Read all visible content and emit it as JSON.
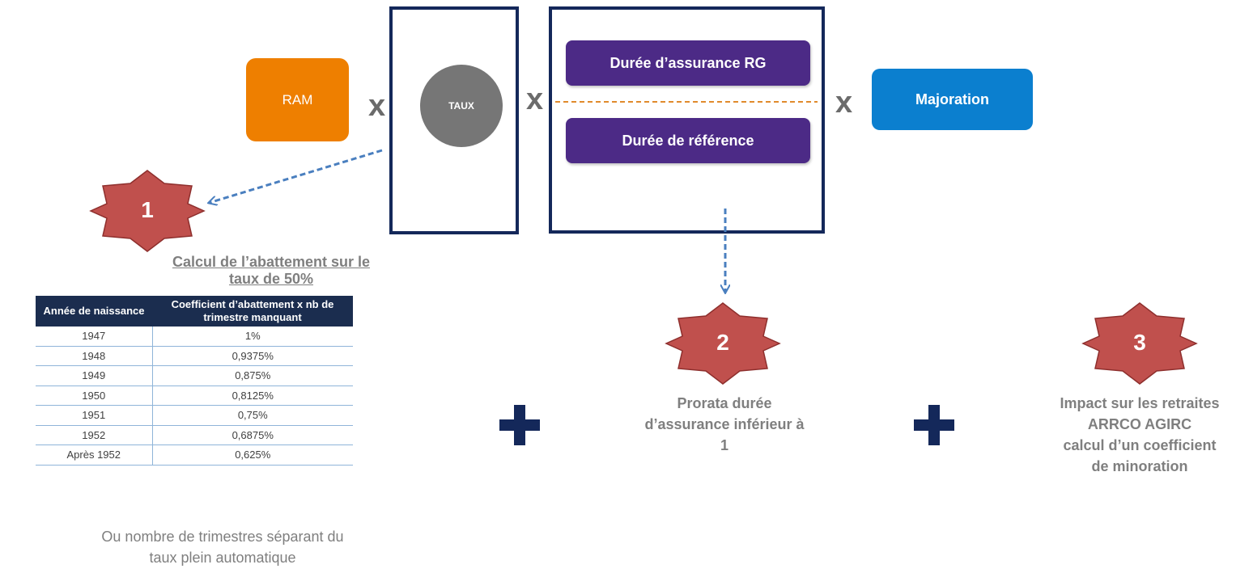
{
  "ram": {
    "label": "RAM"
  },
  "operators": {
    "multiply": "x"
  },
  "taux": {
    "label": "TAUX"
  },
  "fraction": {
    "numerator": "Durée d’assurance RG",
    "denominator": "Durée de référence"
  },
  "majoration": {
    "label": "Majoration"
  },
  "badges": {
    "one": "1",
    "two": "2",
    "three": "3"
  },
  "abattement": {
    "title": "Calcul de l’abattement sur le taux de 50%",
    "table": {
      "headers": [
        "Année de naissance",
        "Coefficient d’abattement x nb de trimestre manquant"
      ],
      "rows": [
        [
          "1947",
          "1%"
        ],
        [
          "1948",
          "0,9375%"
        ],
        [
          "1949",
          "0,875%"
        ],
        [
          "1950",
          "0,8125%"
        ],
        [
          "1951",
          "0,75%"
        ],
        [
          "1952",
          "0,6875%"
        ],
        [
          "Après 1952",
          "0,625%"
        ]
      ]
    },
    "note_line1": "Ou nombre de trimestres séparant du",
    "note_line2": "taux plein automatique"
  },
  "prorata": {
    "line1": "Prorata durée",
    "line2": "d’assurance inférieur à",
    "line3": "1"
  },
  "impact": {
    "line1": "Impact sur les retraites",
    "line2": "ARRCO AGIRC",
    "line3": "calcul d’un coefficient",
    "line4": "de minoration"
  },
  "colors": {
    "ram": "#ee7f00",
    "taux": "#767676",
    "purple": "#4c2a86",
    "majoration": "#0b7fcf",
    "frame": "#14285a",
    "badge": "#c0504d",
    "arrow": "#4a7fbf",
    "dash": "#e08a2c",
    "caption": "#7f7f7f"
  }
}
